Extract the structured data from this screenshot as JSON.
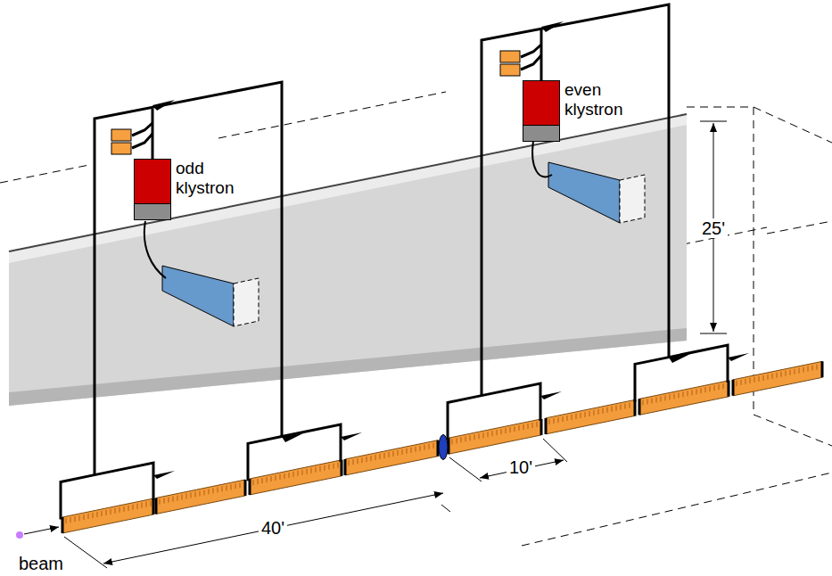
{
  "diagram": {
    "nodes": [
      {
        "text": [
          "odd klystron"
        ]
      },
      {
        "text": [
          "even klystron"
        ]
      }
    ],
    "labels": [
      "25'",
      "40'",
      "10'",
      "beam"
    ]
  }
}
